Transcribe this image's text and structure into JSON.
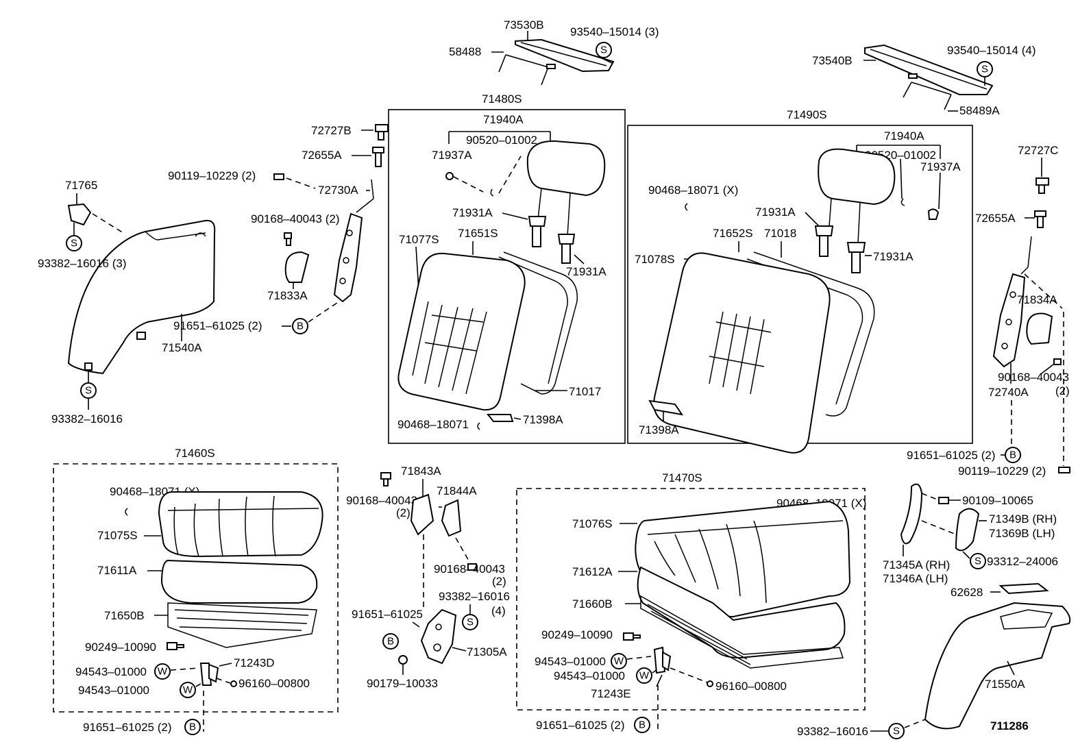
{
  "labels": {
    "p73530B": "73530B",
    "p93540_3": "93540–15014 (3)",
    "p58488": "58488",
    "p73540B": "73540B",
    "p93540_4": "93540–15014 (4)",
    "p58489A": "58489A",
    "p71480S": "71480S",
    "p71940A_l": "71940A",
    "p90520_l": "90520–01002",
    "p71937A_l": "71937A",
    "p71931A_l1": "71931A",
    "p71651S": "71651S",
    "p71077S": "71077S",
    "p71931A_l2": "71931A",
    "p71017": "71017",
    "p90468_l": "90468–18071",
    "p71398A_l": "71398A",
    "p71490S": "71490S",
    "p71940A_r": "71940A",
    "p90520_r": "90520–01002",
    "p71937A_r": "71937A",
    "p90468_rx": "90468–18071 (X)",
    "p71931A_r1": "71931A",
    "p71652S": "71652S",
    "p71018": "71018",
    "p71078S": "71078S",
    "p71931A_r2": "71931A",
    "p71398A_r": "71398A",
    "p72727B": "72727B",
    "p72655A_l": "72655A",
    "p90119_l": "90119–10229 (2)",
    "p72730A": "72730A",
    "p90168_l": "90168–40043 (2)",
    "p71833A": "71833A",
    "p91651_l": "91651–61025 (2)",
    "p71540A": "71540A",
    "p71765": "71765",
    "p93382_3": "93382–16016 (3)",
    "p93382_l": "93382–16016",
    "p72727C": "72727C",
    "p72655A_r": "72655A",
    "p71834A": "71834A",
    "p90168_r": "90168–40043",
    "p2_r": "(2)",
    "p72740A": "72740A",
    "p91651_r": "91651–61025 (2)",
    "p90119_r": "90119–10229 (2)",
    "p71460S": "71460S",
    "p90468_x1": "90468–18071 (X)",
    "p71075S": "71075S",
    "p71611A": "71611A",
    "p71650B": "71650B",
    "p90249_l": "90249–10090",
    "p94543_l1": "94543–01000",
    "p71243D": "71243D",
    "p94543_l2": "94543–01000",
    "p96160_l": "96160–00800",
    "p91651_bl": "91651–61025 (2)",
    "p71843A": "71843A",
    "p71844A": "71844A",
    "p90168_m": "90168–40043",
    "p2_m": "(2)",
    "p90168_m2": "90168–40043",
    "p2_m2": "(2)",
    "p93382_m": "93382–16016",
    "p4_m": "(4)",
    "p91651_m": "91651–61025",
    "p71305A": "71305A",
    "p90179": "90179–10033",
    "p71470S": "71470S",
    "p90468_x2": "90468–18071 (X)",
    "p71076S": "71076S",
    "p71612A": "71612A",
    "p71660B": "71660B",
    "p90249_r": "90249–10090",
    "p94543_r1": "94543–01000",
    "p94543_r2": "94543–01000",
    "p71243E": "71243E",
    "p96160_r": "96160–00800",
    "p91651_br": "91651–61025 (2)",
    "p90109": "90109–10065",
    "p71349B": "71349B (RH)",
    "p71369B": "71369B (LH)",
    "p71345A": "71345A (RH)",
    "p71346A": "71346A (LH)",
    "p93312": "93312–24006",
    "p62628": "62628",
    "p71550A": "71550A",
    "p93382_br": "93382–16016",
    "p711286": "711286"
  },
  "markers": {
    "s": "S",
    "b": "B",
    "w": "W"
  }
}
